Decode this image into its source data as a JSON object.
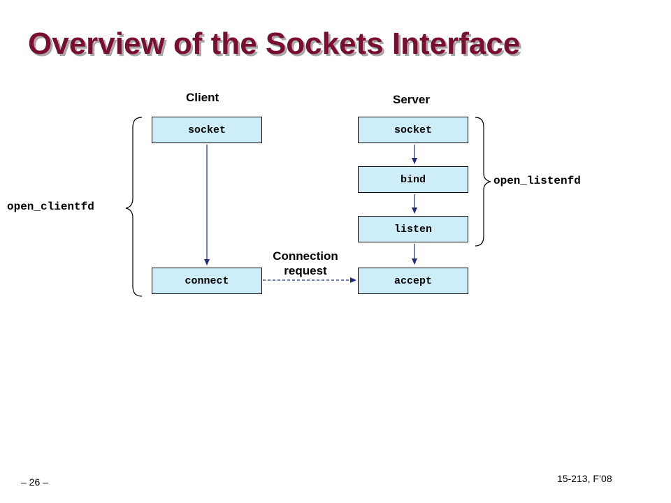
{
  "slide": {
    "title": "Overview of the Sockets Interface",
    "page_number": "– 26 –",
    "course": "15-213, F’08"
  },
  "diagram": {
    "client_label": "Client",
    "server_label": "Server",
    "client_boxes": {
      "socket": "socket",
      "connect": "connect"
    },
    "server_boxes": {
      "socket": "socket",
      "bind": "bind",
      "listen": "listen",
      "accept": "accept"
    },
    "client_group_label": "open_clientfd",
    "server_group_label": "open_listenfd",
    "connection_label": "Connection\nrequest",
    "colors": {
      "box_fill": "#cdeef9",
      "arrow": "#1f2f7a",
      "title": "#7a0e2e"
    }
  }
}
